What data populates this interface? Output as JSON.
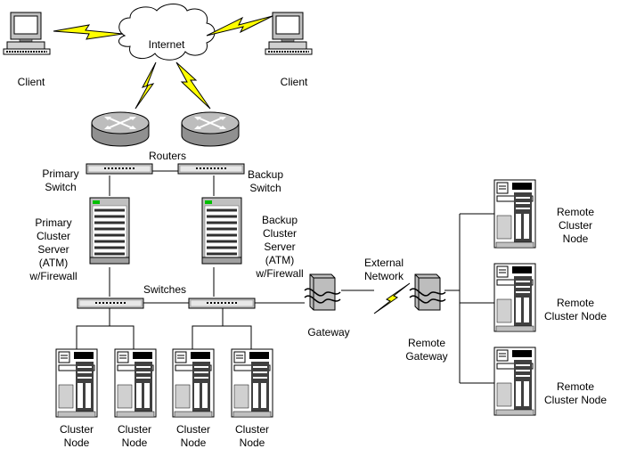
{
  "labels": {
    "internet": "Internet",
    "client_left": "Client",
    "client_right": "Client",
    "routers": "Routers",
    "primary_switch": "Primary\nSwitch",
    "backup_switch": "Backup\nSwitch",
    "primary_server": "Primary\nCluster\nServer\n(ATM)\nw/Firewall",
    "backup_server": "Backup\nCluster\nServer\n(ATM)\nw/Firewall",
    "switches": "Switches",
    "gateway": "Gateway",
    "external_network": "External\nNetwork",
    "remote_gateway": "Remote\nGateway",
    "remote_node_1": "Remote\nCluster\nNode",
    "remote_node_2": "Remote\nCluster Node",
    "remote_node_3": "Remote\nCluster Node",
    "cluster_node_1": "Cluster\nNode",
    "cluster_node_2": "Cluster\nNode",
    "cluster_node_3": "Cluster\nNode",
    "cluster_node_4": "Cluster\nNode"
  },
  "colors": {
    "lightning": "#ffff00",
    "device_gray": "#c0c0c0",
    "screen_white": "#ffffff",
    "led_green": "#00c000",
    "outline": "#000000"
  }
}
